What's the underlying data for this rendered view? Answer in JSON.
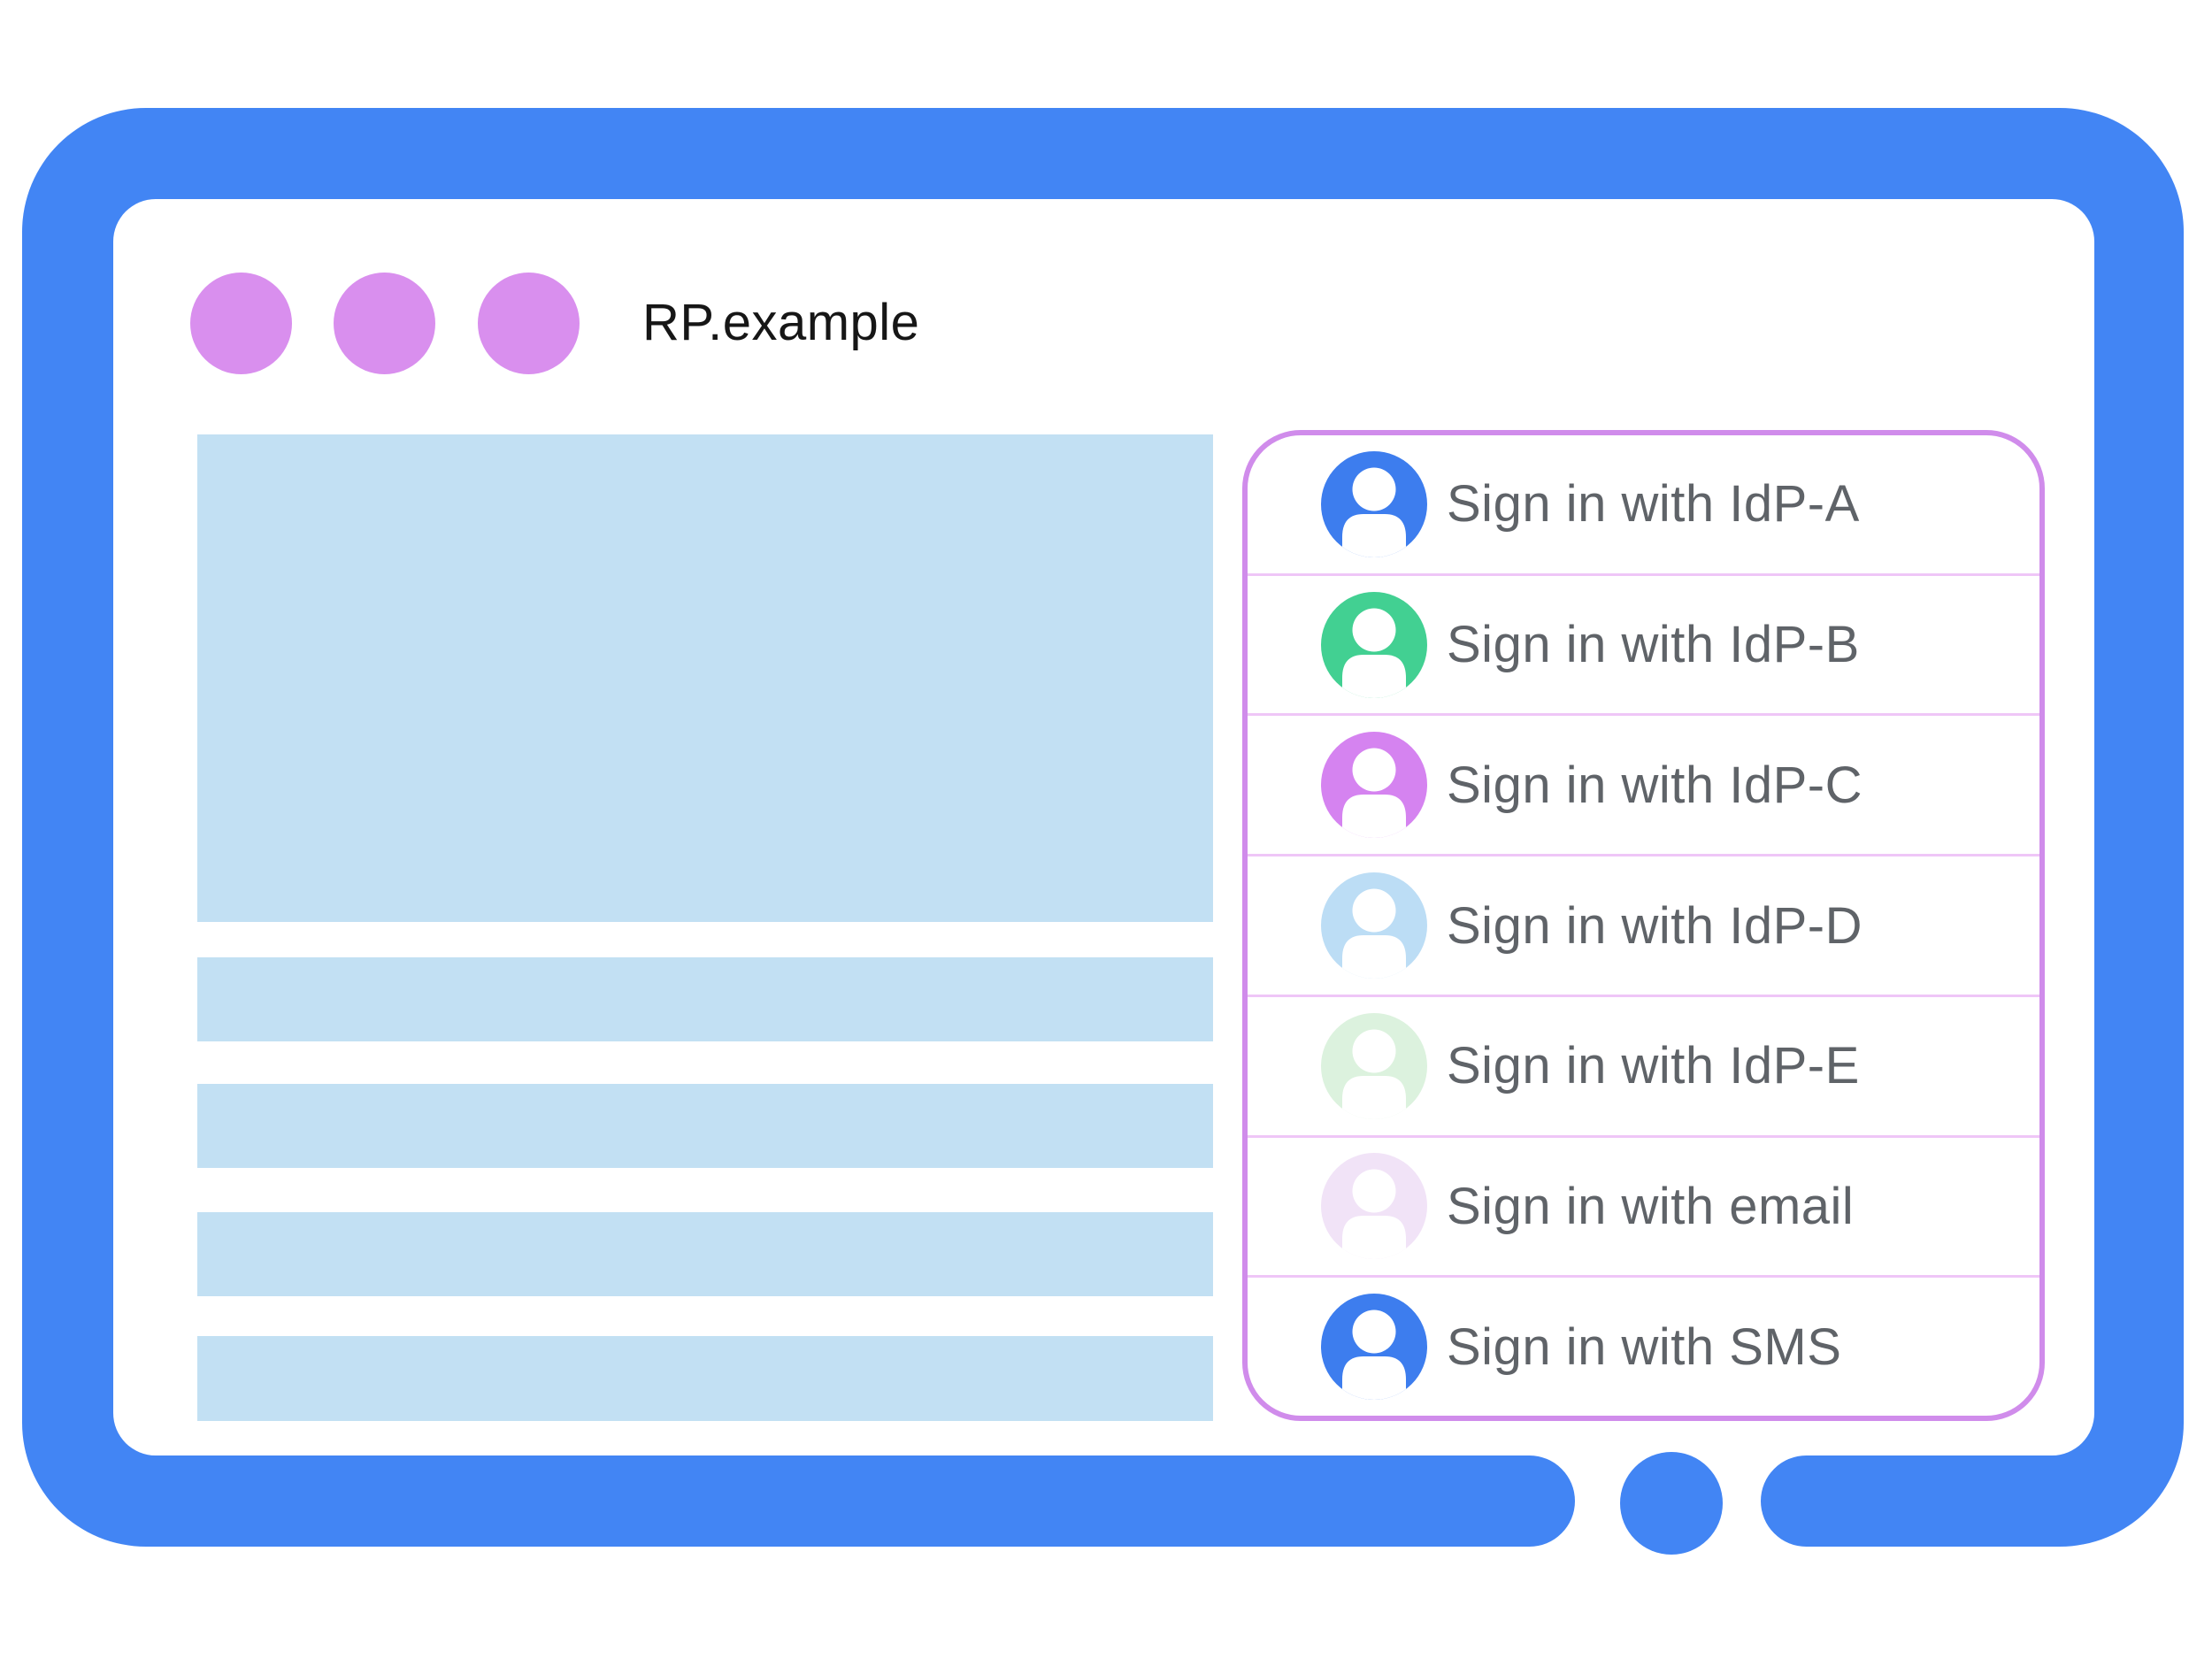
{
  "colors": {
    "frame-blue": "#4285F4",
    "screen-white": "#FFFFFF",
    "window-dot": "#D98FEE",
    "title-black": "#161616",
    "placeholder-blue": "#C2E0F3",
    "panel-border": "#D08CEB",
    "panel-divider": "#EFC6F7",
    "label-gray": "#5F6368"
  },
  "window": {
    "title": "RP.example",
    "controls": {
      "dot_count": 3,
      "dot_icon": "window-dot"
    }
  },
  "bottom_bezel": {
    "home_button_icon": "home-button-circle"
  },
  "signin": {
    "options": [
      {
        "label": "Sign in with IdP-A",
        "color": "#3D7DEE",
        "icon": "person-icon"
      },
      {
        "label": "Sign in with IdP-B",
        "color": "#42D092",
        "icon": "person-icon"
      },
      {
        "label": "Sign in with IdP-C",
        "color": "#D583F0",
        "icon": "person-icon"
      },
      {
        "label": "Sign in with IdP-D",
        "color": "#BCDDF5",
        "icon": "person-icon"
      },
      {
        "label": "Sign in with IdP-E",
        "color": "#DCF2DE",
        "icon": "person-icon"
      },
      {
        "label": "Sign in with email",
        "color": "#F1E3F7",
        "icon": "person-icon"
      },
      {
        "label": "Sign in with SMS",
        "color": "#3D7DEE",
        "icon": "person-icon"
      }
    ]
  }
}
